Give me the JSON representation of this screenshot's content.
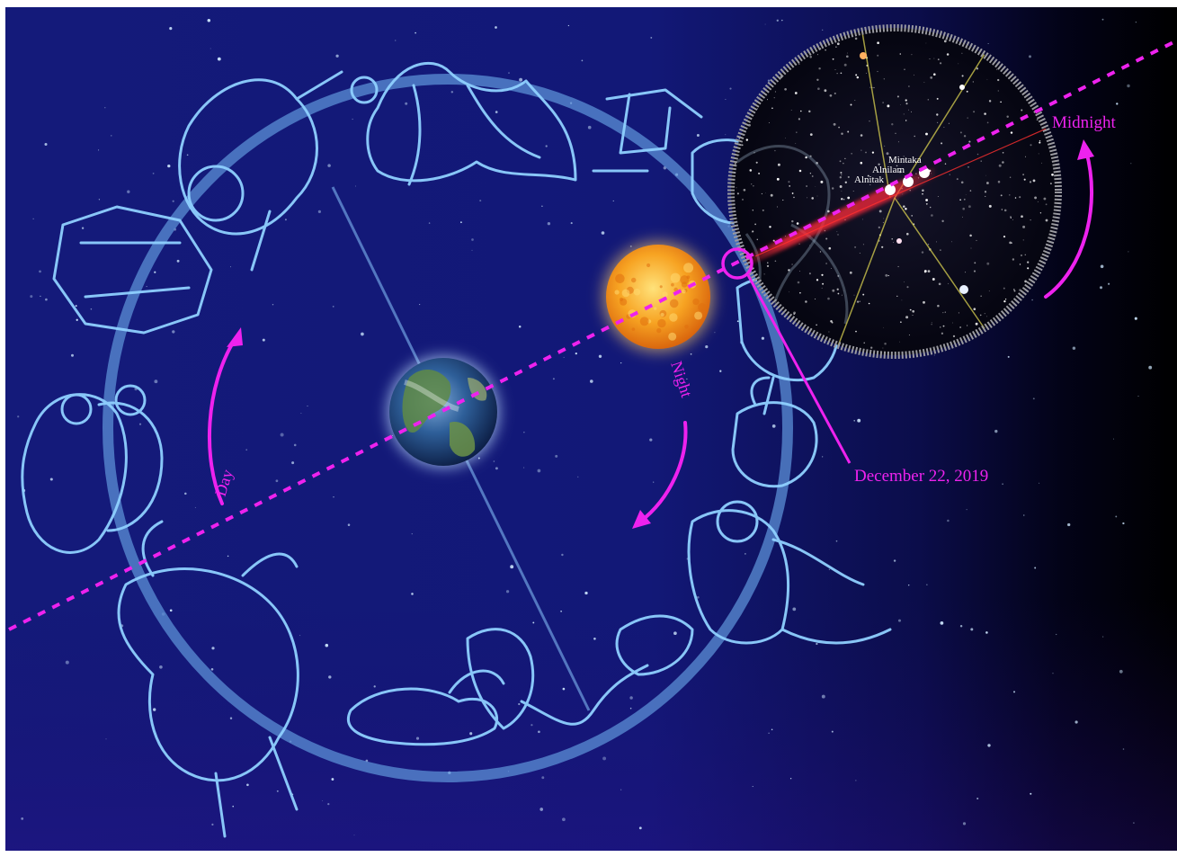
{
  "labels": {
    "midnight": "Midnight",
    "night": "Night",
    "day": "Day",
    "date": "December 22, 2019"
  },
  "stars": {
    "mintaka": "Mintaka",
    "alnilam": "Alnilam",
    "alnitak": "Alnitak"
  },
  "colors": {
    "accent": "#ee22ee",
    "background": "#141a78",
    "ring": "#5b8fd6",
    "constellation": "#8fd0ff",
    "sun": "#f5a623",
    "beam": "#ff2b3a"
  },
  "icons": {
    "earth": "earth-globe",
    "sun": "sun",
    "inset": "orion-belt-star-field"
  }
}
